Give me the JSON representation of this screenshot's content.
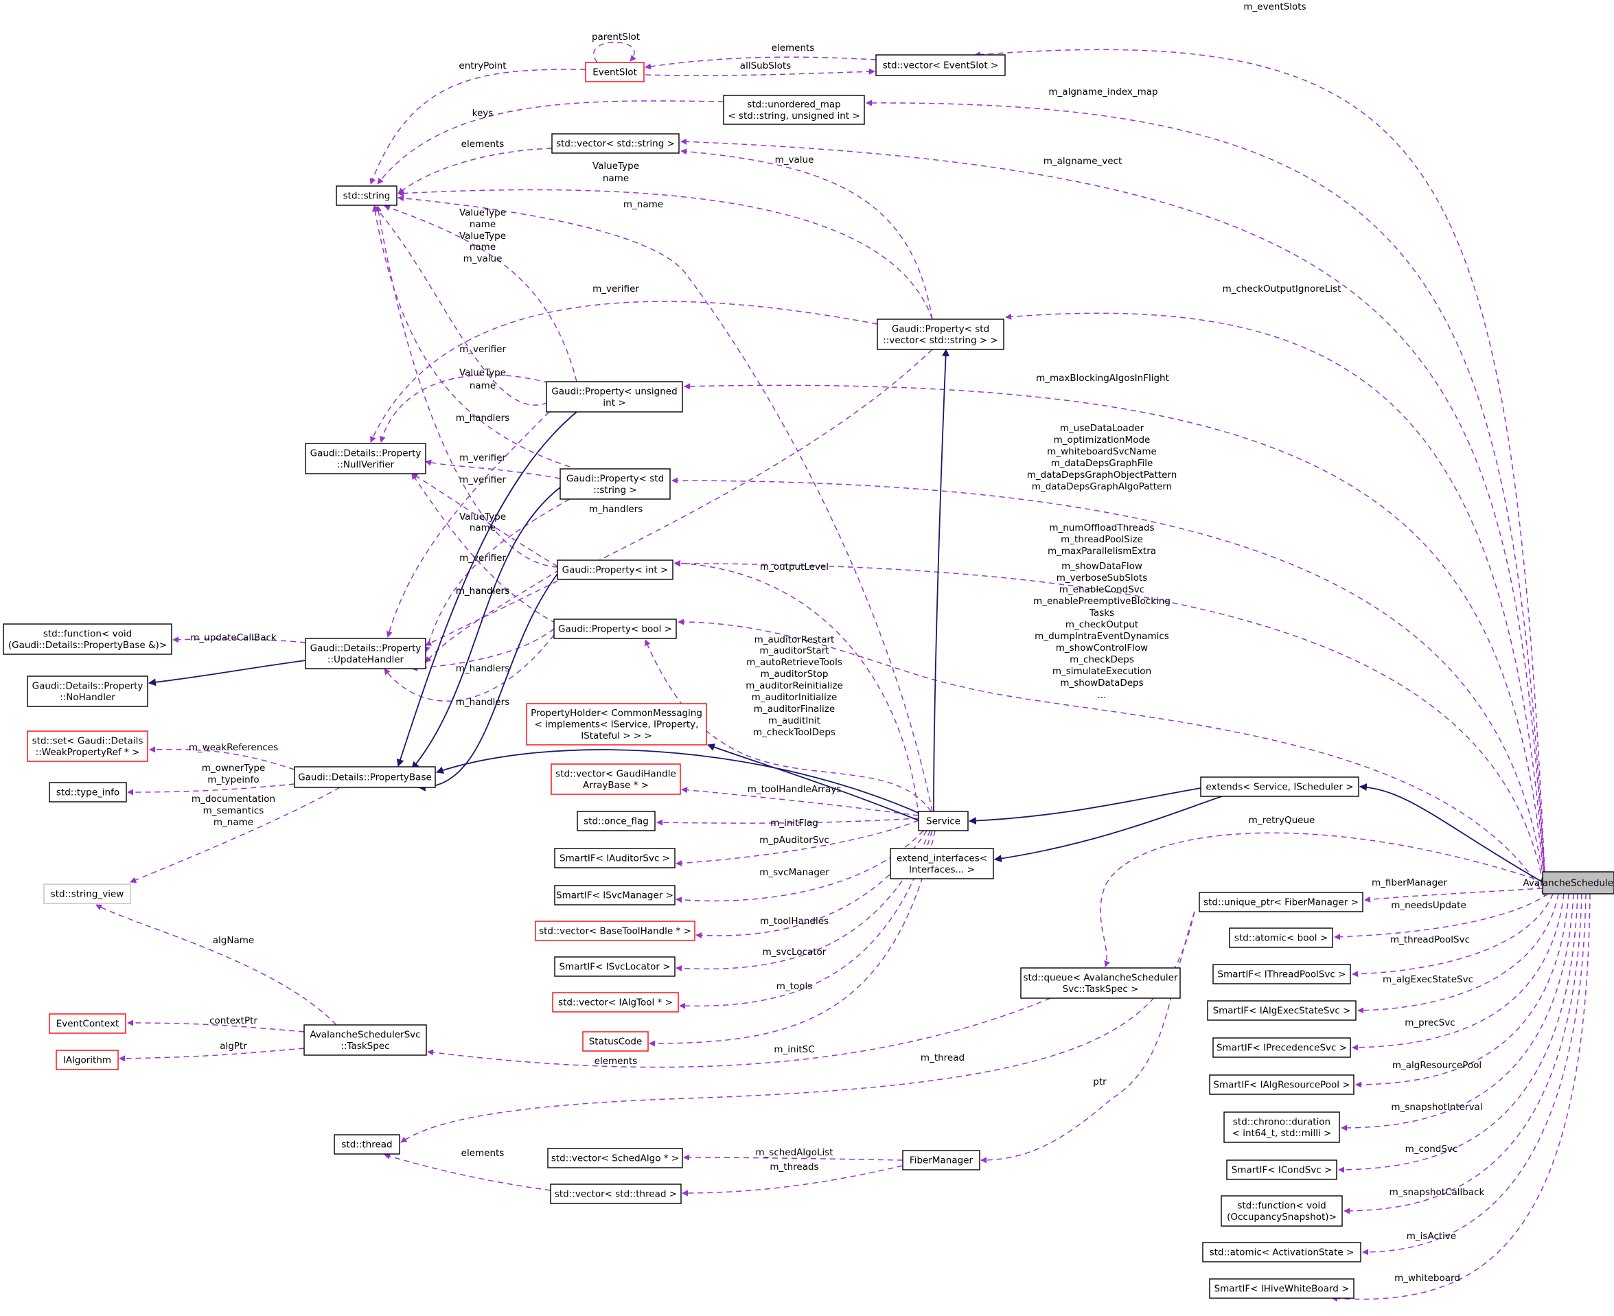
{
  "diagram": {
    "nodes": [
      {
        "id": "avalanche",
        "lines": [
          "AvalancheSchedulerSvc"
        ],
        "style": "focus"
      },
      {
        "id": "eventslot",
        "lines": [
          "EventSlot"
        ],
        "style": "red"
      },
      {
        "id": "vec_eventslot",
        "lines": [
          "std::vector< EventSlot >"
        ],
        "style": "black"
      },
      {
        "id": "std_string",
        "lines": [
          "std::string"
        ],
        "style": "black"
      },
      {
        "id": "unordered_map",
        "lines": [
          "std::unordered_map",
          "< std::string, unsigned int >"
        ],
        "style": "black"
      },
      {
        "id": "vec_string",
        "lines": [
          "std::vector< std::string >"
        ],
        "style": "black"
      },
      {
        "id": "prop_vecstring",
        "lines": [
          "Gaudi::Property< std",
          "::vector< std::string > >"
        ],
        "style": "black"
      },
      {
        "id": "prop_unsigned",
        "lines": [
          "Gaudi::Property< unsigned",
          "int >"
        ],
        "style": "black"
      },
      {
        "id": "nullverifier",
        "lines": [
          "Gaudi::Details::Property",
          "::NullVerifier"
        ],
        "style": "black"
      },
      {
        "id": "prop_string",
        "lines": [
          "Gaudi::Property< std",
          "::string >"
        ],
        "style": "black"
      },
      {
        "id": "prop_int",
        "lines": [
          "Gaudi::Property< int >"
        ],
        "style": "black"
      },
      {
        "id": "prop_bool",
        "lines": [
          "Gaudi::Property< bool >"
        ],
        "style": "black"
      },
      {
        "id": "std_function",
        "lines": [
          "std::function< void",
          "(Gaudi::Details::PropertyBase &)>"
        ],
        "style": "black"
      },
      {
        "id": "updatehandler",
        "lines": [
          "Gaudi::Details::Property",
          "::UpdateHandler"
        ],
        "style": "black"
      },
      {
        "id": "nohandler",
        "lines": [
          "Gaudi::Details::Property",
          "::NoHandler"
        ],
        "style": "black"
      },
      {
        "id": "set_weakref",
        "lines": [
          "std::set< Gaudi::Details",
          "::WeakPropertyRef * >"
        ],
        "style": "red"
      },
      {
        "id": "propertybase",
        "lines": [
          "Gaudi::Details::PropertyBase"
        ],
        "style": "black"
      },
      {
        "id": "type_info",
        "lines": [
          "std::type_info"
        ],
        "style": "black"
      },
      {
        "id": "string_view",
        "lines": [
          "std::string_view"
        ],
        "style": "gray"
      },
      {
        "id": "propertyholder",
        "lines": [
          "PropertyHolder< CommonMessaging",
          "< implements< IService, IProperty,",
          "IStateful > > >"
        ],
        "style": "red"
      },
      {
        "id": "vec_gaudihandle",
        "lines": [
          "std::vector< GaudiHandle",
          "ArrayBase * >"
        ],
        "style": "red"
      },
      {
        "id": "once_flag",
        "lines": [
          "std::once_flag"
        ],
        "style": "black"
      },
      {
        "id": "smartif_auditor",
        "lines": [
          "SmartIF< IAuditorSvc >"
        ],
        "style": "black"
      },
      {
        "id": "smartif_svcmanager",
        "lines": [
          "SmartIF< ISvcManager >"
        ],
        "style": "black"
      },
      {
        "id": "vec_basetool",
        "lines": [
          "std::vector< BaseToolHandle * >"
        ],
        "style": "red"
      },
      {
        "id": "smartif_svclocator",
        "lines": [
          "SmartIF< ISvcLocator >"
        ],
        "style": "black"
      },
      {
        "id": "vec_ialgtool",
        "lines": [
          "std::vector< IAlgTool * >"
        ],
        "style": "red"
      },
      {
        "id": "statuscode",
        "lines": [
          "StatusCode"
        ],
        "style": "red"
      },
      {
        "id": "service",
        "lines": [
          "Service"
        ],
        "style": "black"
      },
      {
        "id": "extends",
        "lines": [
          "extends< Service, IScheduler >"
        ],
        "style": "black"
      },
      {
        "id": "extend_interfaces",
        "lines": [
          "extend_interfaces<",
          "Interfaces... >"
        ],
        "style": "black"
      },
      {
        "id": "eventcontext",
        "lines": [
          "EventContext"
        ],
        "style": "red"
      },
      {
        "id": "ialgorithm",
        "lines": [
          "IAlgorithm"
        ],
        "style": "red"
      },
      {
        "id": "taskspec",
        "lines": [
          "AvalancheSchedulerSvc",
          "::TaskSpec"
        ],
        "style": "black"
      },
      {
        "id": "queue_taskspec",
        "lines": [
          "std::queue< AvalancheScheduler",
          "Svc::TaskSpec >"
        ],
        "style": "black"
      },
      {
        "id": "std_thread",
        "lines": [
          "std::thread"
        ],
        "style": "black"
      },
      {
        "id": "vec_schedalgo",
        "lines": [
          "std::vector< SchedAlgo * >"
        ],
        "style": "black"
      },
      {
        "id": "vec_thread",
        "lines": [
          "std::vector< std::thread >"
        ],
        "style": "black"
      },
      {
        "id": "fibermanager",
        "lines": [
          "FiberManager"
        ],
        "style": "black"
      },
      {
        "id": "uniq_fiber",
        "lines": [
          "std::unique_ptr< FiberManager >"
        ],
        "style": "black"
      },
      {
        "id": "atomic_bool",
        "lines": [
          "std::atomic< bool >"
        ],
        "style": "black"
      },
      {
        "id": "smartif_threadpool",
        "lines": [
          "SmartIF< IThreadPoolSvc >"
        ],
        "style": "black"
      },
      {
        "id": "smartif_algexec",
        "lines": [
          "SmartIF< IAlgExecStateSvc >"
        ],
        "style": "black"
      },
      {
        "id": "smartif_precedence",
        "lines": [
          "SmartIF< IPrecedenceSvc >"
        ],
        "style": "black"
      },
      {
        "id": "smartif_algresource",
        "lines": [
          "SmartIF< IAlgResourcePool >"
        ],
        "style": "black"
      },
      {
        "id": "chrono_duration",
        "lines": [
          "std::chrono::duration",
          "< int64_t, std::milli >"
        ],
        "style": "black"
      },
      {
        "id": "smartif_cond",
        "lines": [
          "SmartIF< ICondSvc >"
        ],
        "style": "black"
      },
      {
        "id": "func_occupancy",
        "lines": [
          "std::function< void",
          "(OccupancySnapshot)>"
        ],
        "style": "black"
      },
      {
        "id": "atomic_activation",
        "lines": [
          "std::atomic< ActivationState >"
        ],
        "style": "black"
      },
      {
        "id": "smartif_hive",
        "lines": [
          "SmartIF< IHiveWhiteBoard >"
        ],
        "style": "black"
      }
    ],
    "edges": [
      {
        "kind": "assoc",
        "labels": [
          "m_eventSlots"
        ]
      },
      {
        "kind": "assoc",
        "labels": [
          "m_algname_index_map"
        ]
      },
      {
        "kind": "assoc",
        "labels": [
          "m_algname_vect"
        ]
      },
      {
        "kind": "assoc",
        "labels": [
          "m_checkOutputIgnoreList"
        ]
      },
      {
        "kind": "assoc",
        "labels": [
          "m_maxBlockingAlgosInFlight"
        ]
      },
      {
        "kind": "assoc",
        "labels": [
          "m_useDataLoader",
          "m_optimizationMode",
          "m_whiteboardSvcName",
          "m_dataDepsGraphFile",
          "m_dataDepsGraphObjectPattern",
          "m_dataDepsGraphAlgoPattern"
        ]
      },
      {
        "kind": "assoc",
        "labels": [
          "m_numOffloadThreads",
          "m_threadPoolSize",
          "m_maxParallelismExtra"
        ]
      },
      {
        "kind": "assoc",
        "labels": [
          "m_showDataFlow",
          "m_verboseSubSlots",
          "m_enableCondSvc",
          "m_enablePreemptiveBlocking",
          "Tasks",
          "m_checkOutput",
          "m_dumpIntraEventDynamics",
          "m_showControlFlow",
          "m_checkDeps",
          "m_simulateExecution",
          "m_showDataDeps",
          "..."
        ]
      },
      {
        "kind": "assoc",
        "labels": [
          "m_retryQueue"
        ]
      },
      {
        "kind": "assoc",
        "labels": [
          "m_fiberManager"
        ]
      },
      {
        "kind": "assoc",
        "labels": [
          "m_needsUpdate"
        ]
      },
      {
        "kind": "assoc",
        "labels": [
          "m_threadPoolSvc"
        ]
      },
      {
        "kind": "assoc",
        "labels": [
          "m_algExecStateSvc"
        ]
      },
      {
        "kind": "assoc",
        "labels": [
          "m_precSvc"
        ]
      },
      {
        "kind": "assoc",
        "labels": [
          "m_algResourcePool"
        ]
      },
      {
        "kind": "assoc",
        "labels": [
          "m_snapshotInterval"
        ]
      },
      {
        "kind": "assoc",
        "labels": [
          "m_condSvc"
        ]
      },
      {
        "kind": "assoc",
        "labels": [
          "m_snapshotCallback"
        ]
      },
      {
        "kind": "assoc",
        "labels": [
          "m_isActive"
        ]
      },
      {
        "kind": "assoc",
        "labels": [
          "m_whiteboard"
        ]
      },
      {
        "kind": "assoc",
        "labels": [
          "parentSlot"
        ]
      },
      {
        "kind": "assoc",
        "labels": [
          "elements"
        ]
      },
      {
        "kind": "assoc",
        "labels": [
          "allSubSlots"
        ]
      },
      {
        "kind": "assoc",
        "labels": [
          "entryPoint"
        ]
      },
      {
        "kind": "assoc",
        "labels": [
          "keys"
        ]
      },
      {
        "kind": "assoc",
        "labels": [
          "elements"
        ]
      },
      {
        "kind": "assoc",
        "labels": [
          "m_value"
        ]
      },
      {
        "kind": "assoc",
        "labels": [
          "ValueType",
          "name"
        ]
      },
      {
        "kind": "assoc",
        "labels": [
          "m_name"
        ]
      },
      {
        "kind": "assoc",
        "labels": [
          "ValueType",
          "name"
        ]
      },
      {
        "kind": "assoc",
        "labels": [
          "ValueType",
          "name",
          "m_value"
        ]
      },
      {
        "kind": "assoc",
        "labels": [
          "m_verifier"
        ]
      },
      {
        "kind": "assoc",
        "labels": [
          "m_handlers"
        ]
      },
      {
        "kind": "assoc",
        "labels": [
          "m_verifier"
        ]
      },
      {
        "kind": "assoc",
        "labels": [
          "ValueType",
          "name"
        ]
      },
      {
        "kind": "assoc",
        "labels": [
          "m_handlers"
        ]
      },
      {
        "kind": "assoc",
        "labels": [
          "m_verifier"
        ]
      },
      {
        "kind": "assoc",
        "labels": [
          "m_verifier"
        ]
      },
      {
        "kind": "assoc",
        "labels": [
          "m_handlers"
        ]
      },
      {
        "kind": "assoc",
        "labels": [
          "ValueType",
          "name"
        ]
      },
      {
        "kind": "assoc",
        "labels": [
          "m_verifier"
        ]
      },
      {
        "kind": "assoc",
        "labels": [
          "m_handlers"
        ]
      },
      {
        "kind": "assoc",
        "labels": [
          "m_handlers"
        ]
      },
      {
        "kind": "assoc",
        "labels": [
          "m_handlers"
        ]
      },
      {
        "kind": "assoc",
        "labels": [
          "m_outputLevel"
        ]
      },
      {
        "kind": "assoc",
        "labels": [
          "m_auditorRestart",
          "m_auditorStart",
          "m_autoRetrieveTools",
          "m_auditorStop",
          "m_auditorReinitialize",
          "m_auditorInitialize",
          "m_auditorFinalize",
          "m_auditInit",
          "m_checkToolDeps"
        ]
      },
      {
        "kind": "assoc",
        "labels": [
          "m_updateCallBack"
        ]
      },
      {
        "kind": "assoc",
        "labels": [
          "m_weakReferences"
        ]
      },
      {
        "kind": "assoc",
        "labels": [
          "m_ownerType",
          "m_typeinfo"
        ]
      },
      {
        "kind": "assoc",
        "labels": [
          "m_documentation",
          "m_semantics",
          "m_name"
        ]
      },
      {
        "kind": "assoc",
        "labels": [
          "algName"
        ]
      },
      {
        "kind": "assoc",
        "labels": [
          "m_toolHandleArrays"
        ]
      },
      {
        "kind": "assoc",
        "labels": [
          "m_initFlag"
        ]
      },
      {
        "kind": "assoc",
        "labels": [
          "m_pAuditorSvc"
        ]
      },
      {
        "kind": "assoc",
        "labels": [
          "m_svcManager"
        ]
      },
      {
        "kind": "assoc",
        "labels": [
          "m_toolHandles"
        ]
      },
      {
        "kind": "assoc",
        "labels": [
          "m_svcLocator"
        ]
      },
      {
        "kind": "assoc",
        "labels": [
          "m_tools"
        ]
      },
      {
        "kind": "assoc",
        "labels": [
          "m_initSC"
        ]
      },
      {
        "kind": "assoc",
        "labels": [
          "contextPtr"
        ]
      },
      {
        "kind": "assoc",
        "labels": [
          "algPtr"
        ]
      },
      {
        "kind": "assoc",
        "labels": [
          "elements"
        ]
      },
      {
        "kind": "assoc",
        "labels": [
          "m_thread"
        ]
      },
      {
        "kind": "assoc",
        "labels": [
          "ptr"
        ]
      },
      {
        "kind": "assoc",
        "labels": [
          "m_schedAlgoList"
        ]
      },
      {
        "kind": "assoc",
        "labels": [
          "m_threads"
        ]
      },
      {
        "kind": "assoc",
        "labels": [
          "elements"
        ]
      },
      {
        "kind": "inherit",
        "labels": []
      },
      {
        "kind": "inherit",
        "labels": []
      },
      {
        "kind": "inherit",
        "labels": []
      },
      {
        "kind": "inherit",
        "labels": []
      },
      {
        "kind": "inherit",
        "labels": []
      },
      {
        "kind": "inherit",
        "labels": []
      },
      {
        "kind": "inherit",
        "labels": []
      },
      {
        "kind": "inherit",
        "labels": []
      },
      {
        "kind": "inherit",
        "labels": []
      },
      {
        "kind": "inherit",
        "labels": []
      }
    ]
  },
  "colors": {
    "assoc": "#9a32cd",
    "inherit": "#191970",
    "border_black": "#000000",
    "border_red": "#ff0000",
    "border_gray": "#bfbfbf",
    "focus_fill": "#bfbfbf"
  }
}
